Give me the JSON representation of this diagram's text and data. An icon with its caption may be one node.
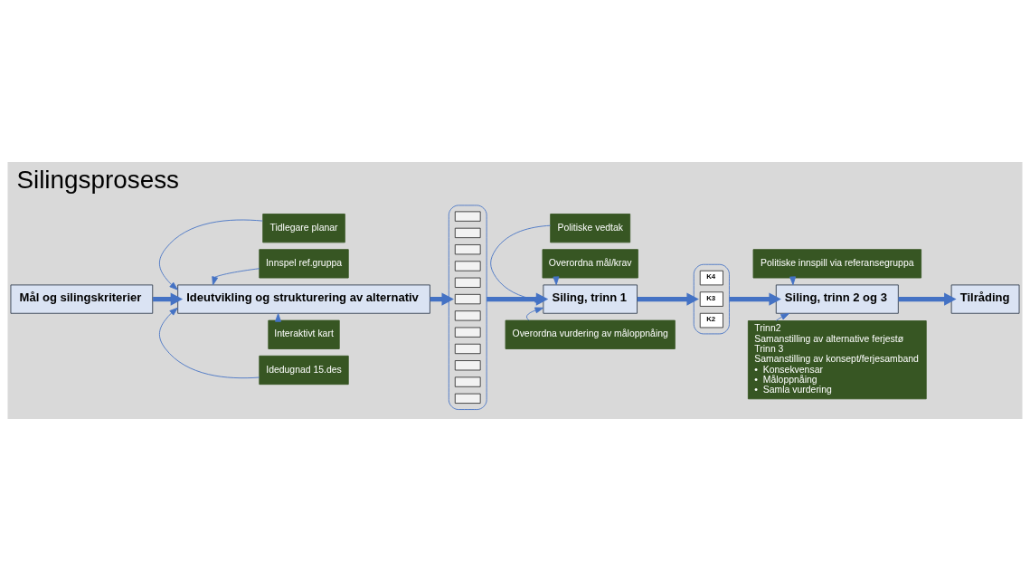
{
  "diagram": {
    "title": "Silingsprosess",
    "nodes": [
      {
        "text": [
          "Mål og silingskriterier"
        ]
      },
      {
        "text": [
          "Ideutvikling og strukturering av alternativ"
        ]
      },
      {
        "text": [
          "Tidlegare planar"
        ]
      },
      {
        "text": [
          "Innspel ref.gruppa"
        ]
      },
      {
        "text": [
          "Interaktivt kart"
        ]
      },
      {
        "text": [
          "Idedugnad 15.des"
        ]
      },
      {
        "text": [],
        "shape": "bar"
      },
      {
        "text": [],
        "shape": "box",
        "in": 6
      },
      {
        "text": [],
        "shape": "box",
        "in": 6
      },
      {
        "text": [],
        "shape": "box",
        "in": 6
      },
      {
        "text": [],
        "shape": "box",
        "in": 6
      },
      {
        "text": [],
        "shape": "box",
        "in": 6
      },
      {
        "text": [],
        "shape": "box",
        "in": 6
      },
      {
        "text": [],
        "shape": "box",
        "in": 6
      },
      {
        "text": [],
        "shape": "box",
        "in": 6
      },
      {
        "text": [],
        "shape": "box",
        "in": 6
      },
      {
        "text": [],
        "shape": "box",
        "in": 6
      },
      {
        "text": [],
        "shape": "box",
        "in": 6
      },
      {
        "text": [],
        "shape": "box",
        "in": 6
      },
      {
        "text": [
          "Siling, trinn 1"
        ]
      },
      {
        "text": [
          "Politiske vedtak"
        ]
      },
      {
        "text": [
          "Overordna mål/krav"
        ]
      },
      {
        "text": [
          "Overordna vurdering av måloppnåing"
        ]
      },
      {
        "text": [],
        "shape": "bar"
      },
      {
        "text": [
          "K2"
        ],
        "in": 23
      },
      {
        "text": [
          "K3"
        ],
        "in": 23
      },
      {
        "text": [
          "K4"
        ],
        "in": 23
      },
      {
        "text": [
          "Siling, trinn 2 og 3"
        ]
      },
      {
        "text": [
          "Politiske innspill via referansegruppa"
        ]
      },
      {
        "text": [
          "Trinn2",
          "Samanstilling av alternative ferjestø",
          "Trinn 3",
          "Samanstilling av konsept/ferjesamband",
          "•  Konsekvensar",
          "•  Måloppnåing",
          "•  Samla vurdering"
        ]
      },
      {
        "text": [
          "Tilråding"
        ]
      }
    ],
    "edges": [
      {
        "from": 0,
        "to": 1,
        "arrow": "to",
        "style": "thick"
      },
      {
        "from": 2,
        "to": 1,
        "arrow": "to"
      },
      {
        "from": 3,
        "to": 1,
        "arrow": "to"
      },
      {
        "from": 4,
        "to": 1,
        "arrow": "to"
      },
      {
        "from": 5,
        "to": 1,
        "arrow": "to"
      },
      {
        "from": 1,
        "to": 6,
        "arrow": "to",
        "style": "thick"
      },
      {
        "from": 6,
        "to": 19,
        "arrow": "to",
        "style": "thick"
      },
      {
        "from": 20,
        "to": 19,
        "arrow": "to"
      },
      {
        "from": 21,
        "to": 19,
        "arrow": "to"
      },
      {
        "from": 22,
        "to": 19,
        "arrow": "to"
      },
      {
        "from": 19,
        "to": 23,
        "arrow": "to",
        "style": "thick"
      },
      {
        "from": 23,
        "to": 27,
        "arrow": "to",
        "style": "thick"
      },
      {
        "from": 28,
        "to": 27,
        "arrow": "to"
      },
      {
        "from": 29,
        "to": 27,
        "arrow": "to"
      },
      {
        "from": 27,
        "to": 30,
        "arrow": "to",
        "style": "thick"
      }
    ]
  }
}
